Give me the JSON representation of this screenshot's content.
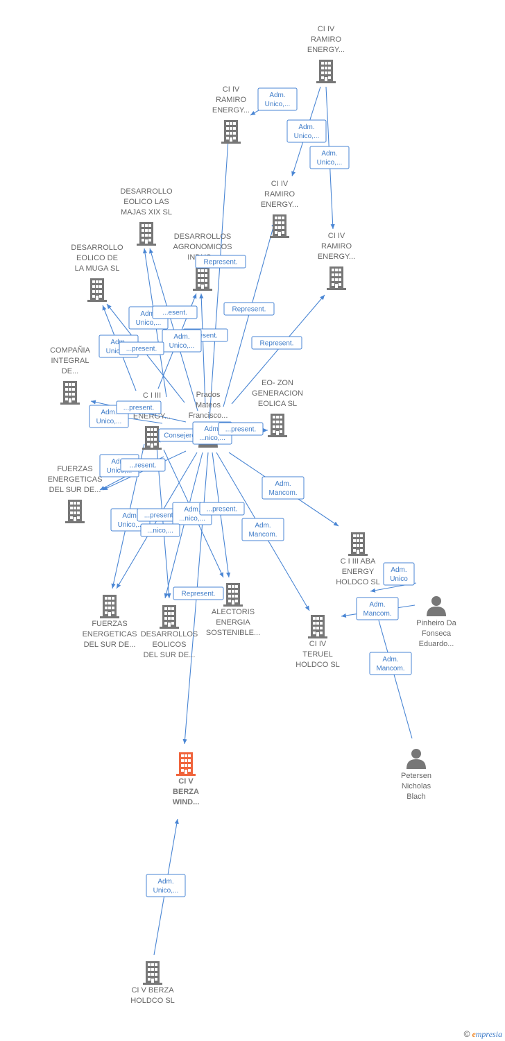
{
  "colors": {
    "building": "#777777",
    "focus": "#f0643c",
    "person": "#777777",
    "edge": "#4a86d4"
  },
  "nodes": [
    {
      "id": "ramiro_top",
      "kind": "company",
      "label": [
        "CI IV",
        "RAMIRO",
        "ENERGY..."
      ]
    },
    {
      "id": "ramiro_a",
      "kind": "company",
      "label": [
        "CI IV",
        "RAMIRO",
        "ENERGY..."
      ]
    },
    {
      "id": "ramiro_b",
      "kind": "company",
      "label": [
        "CI IV",
        "RAMIRO",
        "ENERGY..."
      ]
    },
    {
      "id": "ramiro_c",
      "kind": "company",
      "label": [
        "CI IV",
        "RAMIRO",
        "ENERGY..."
      ]
    },
    {
      "id": "majas",
      "kind": "company",
      "label": [
        "DESARROLLO",
        "EOLICO LAS",
        "MAJAS XIX  SL"
      ]
    },
    {
      "id": "agronomicos",
      "kind": "company",
      "label": [
        "DESARROLLOS",
        "AGRONOMICOS",
        "INDUS..."
      ]
    },
    {
      "id": "muga",
      "kind": "company",
      "label": [
        "DESARROLLO",
        "EOLICO DE",
        "LA MUGA SL"
      ]
    },
    {
      "id": "compania",
      "kind": "company",
      "label": [
        "COMPAÑIA",
        "INTEGRAL",
        "DE..."
      ]
    },
    {
      "id": "ciii",
      "kind": "company",
      "label": [
        "C I III",
        "...OS",
        "ENERGY..."
      ]
    },
    {
      "id": "prados",
      "kind": "person",
      "label": [
        "Prados",
        "Mateos",
        "Francisco..."
      ]
    },
    {
      "id": "eozon",
      "kind": "company",
      "label": [
        "EO- ZON",
        "GENERACION",
        "EOLICA  SL"
      ]
    },
    {
      "id": "fuerzas_a",
      "kind": "company",
      "label": [
        "FUERZAS",
        "ENERGETICAS",
        "DEL SUR DE..."
      ]
    },
    {
      "id": "fuerzas_b",
      "kind": "company",
      "label": [
        "FUERZAS",
        "ENERGETICAS",
        "DEL SUR DE..."
      ]
    },
    {
      "id": "eolicos_sur",
      "kind": "company",
      "label": [
        "DESARROLLOS",
        "EOLICOS",
        "DEL SUR DE..."
      ]
    },
    {
      "id": "alectoris",
      "kind": "company",
      "label": [
        "ALECTORIS",
        "ENERGIA",
        "SOSTENIBLE..."
      ]
    },
    {
      "id": "aba",
      "kind": "company",
      "label": [
        "C I III ABA",
        "ENERGY",
        "HOLDCO  SL"
      ]
    },
    {
      "id": "teruel",
      "kind": "company",
      "label": [
        "CI IV",
        "TERUEL",
        "HOLDCO  SL"
      ]
    },
    {
      "id": "pinheiro",
      "kind": "person",
      "label": [
        "Pinheiro Da",
        "Fonseca",
        "Eduardo..."
      ]
    },
    {
      "id": "petersen",
      "kind": "person",
      "label": [
        "Petersen",
        "Nicholas",
        "Blach"
      ]
    },
    {
      "id": "berza_wind",
      "kind": "focus",
      "label": [
        "CI V",
        "BERZA",
        "WIND..."
      ]
    },
    {
      "id": "berza_holdco",
      "kind": "company",
      "label": [
        "CI V BERZA",
        "HOLDCO  SL"
      ]
    }
  ],
  "edge_labels": [
    [
      "Adm.",
      "Unico,..."
    ],
    [
      "Adm.",
      "Unico,..."
    ],
    [
      "Adm.",
      "Unico,..."
    ],
    [
      "Represent."
    ],
    [
      "Represent."
    ],
    [
      "Represent."
    ],
    [
      "Adm.",
      "Unico,..."
    ],
    [
      "...esent."
    ],
    [
      "Adm.",
      "Unico,..."
    ],
    [
      "...esent."
    ],
    [
      "Adm.",
      "Unico,..."
    ],
    [
      "...present."
    ],
    [
      "Adm.",
      "Unico,..."
    ],
    [
      "...present."
    ],
    [
      "Consejero"
    ],
    [
      "Adm.",
      "...nico,..."
    ],
    [
      "...present."
    ],
    [
      "Adm.",
      "Unico,..."
    ],
    [
      "...resent."
    ],
    [
      "Adm.",
      "Unico,..."
    ],
    [
      "...present."
    ],
    [
      "Adm.",
      "...nico,..."
    ],
    [
      "...present."
    ],
    [
      "...nico,..."
    ],
    [
      "Represent."
    ],
    [
      "Adm.",
      "Mancom."
    ],
    [
      "Adm.",
      "Mancom."
    ],
    [
      "Adm.",
      "Unico"
    ],
    [
      "Adm.",
      "Mancom."
    ],
    [
      "Adm.",
      "Mancom."
    ],
    [
      "Adm.",
      "Unico,..."
    ]
  ],
  "footer": {
    "copyright": "©",
    "brand_initial": "e",
    "brand_rest": "mpresia"
  }
}
